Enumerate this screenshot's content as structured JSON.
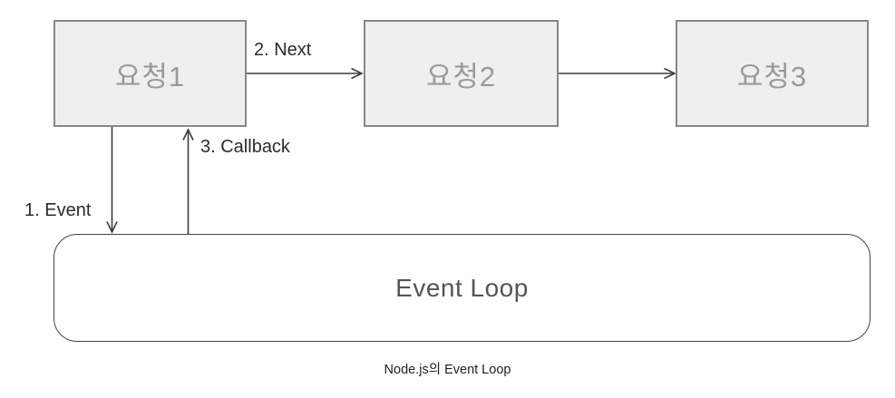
{
  "diagram": {
    "boxes": [
      {
        "label": "요청1"
      },
      {
        "label": "요청2"
      },
      {
        "label": "요청3"
      }
    ],
    "event_loop": {
      "label": "Event Loop"
    },
    "arrow_labels": {
      "event": "1. Event",
      "next": "2. Next",
      "callback": "3. Callback"
    },
    "caption": "Node.js의 Event Loop",
    "colors": {
      "box_fill": "#efefef",
      "box_border": "#878787",
      "box_text": "#9a9a9a",
      "connector_line": "#3d3d3d",
      "label_text": "#2b2b2b",
      "event_loop_border": "#454545",
      "event_loop_text": "#555555",
      "caption_text": "#1f1f1f",
      "background": "#ffffff"
    }
  }
}
